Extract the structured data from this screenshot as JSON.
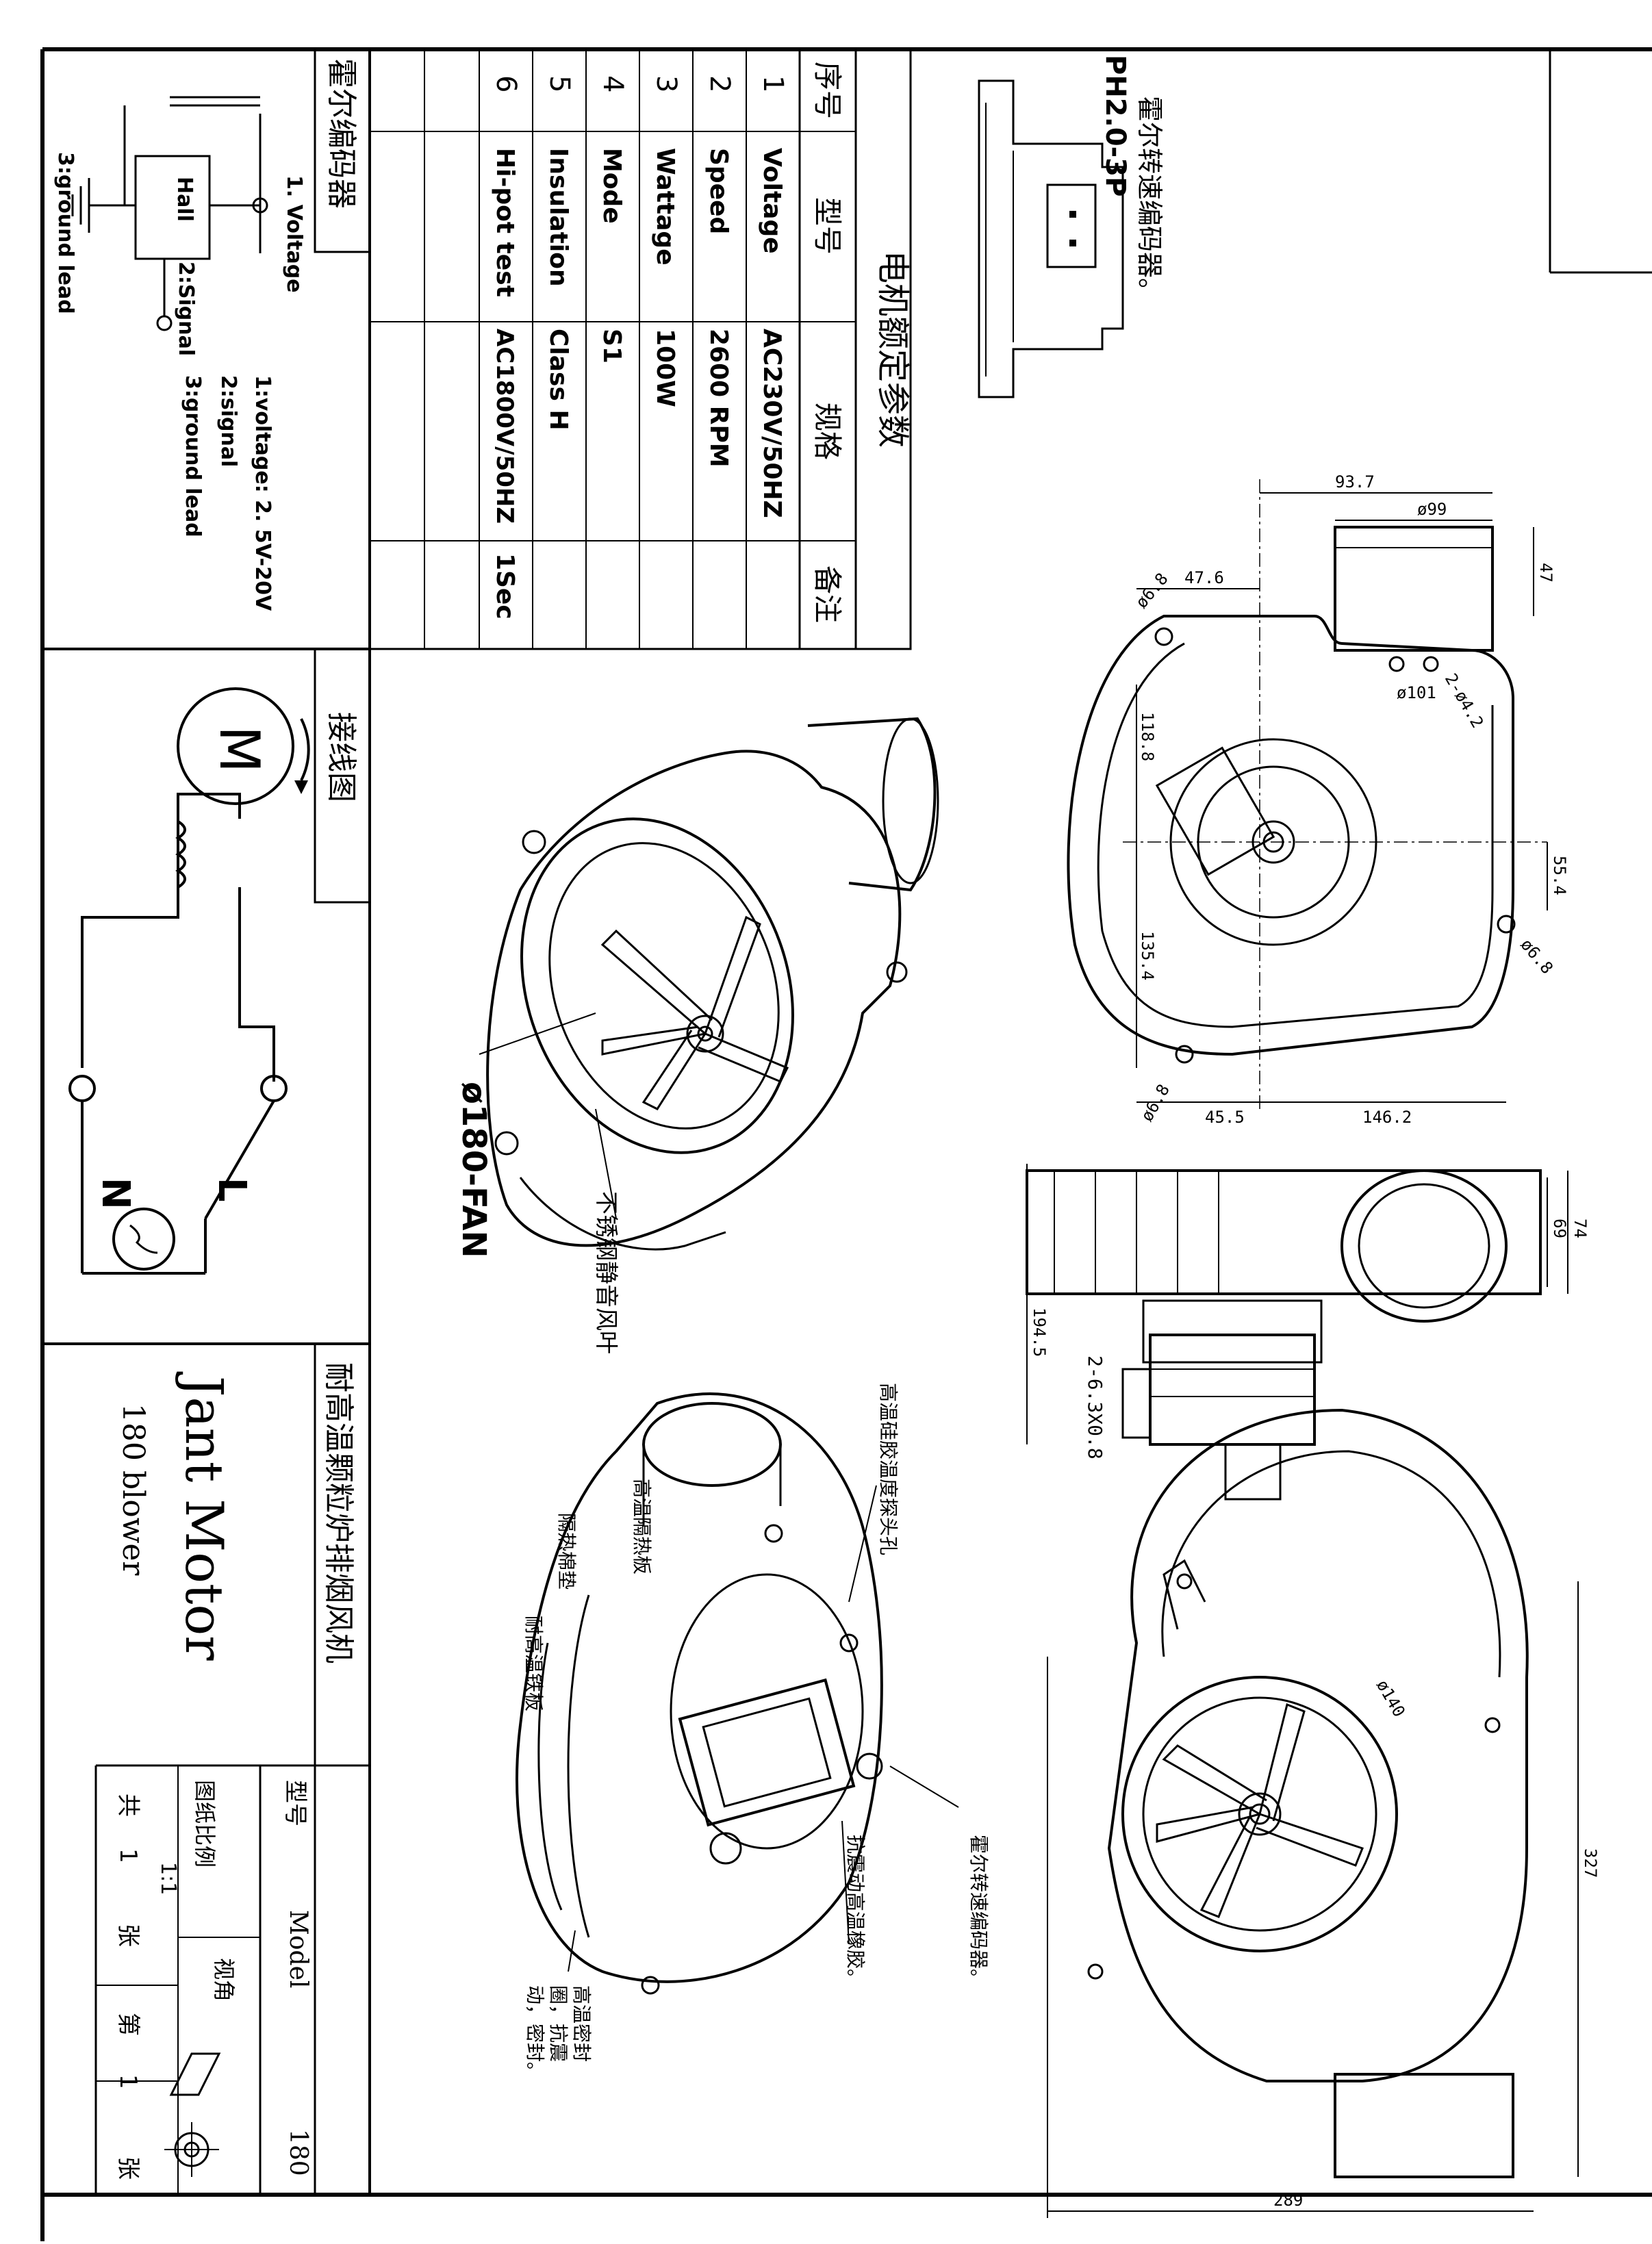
{
  "encoder_note": {
    "title": "霍尔转速编码器。",
    "connector": "PH2.0-3P"
  },
  "spec_table": {
    "title": "电机额定参数",
    "headers": [
      "序号",
      "型号",
      "规格",
      "备注"
    ],
    "rows": [
      {
        "no": "1",
        "item": "Voltage",
        "value": "AC230V/50HZ",
        "note": ""
      },
      {
        "no": "2",
        "item": "Speed",
        "value": "2600 RPM",
        "note": ""
      },
      {
        "no": "3",
        "item": "Wattage",
        "value": "100W",
        "note": ""
      },
      {
        "no": "4",
        "item": "Mode",
        "value": "S1",
        "note": ""
      },
      {
        "no": "5",
        "item": "Insulation",
        "value": "Class H",
        "note": ""
      },
      {
        "no": "6",
        "item": "Hi-pot test",
        "value": "AC1800V/50HZ",
        "note": "1Sec"
      }
    ]
  },
  "hall_encoder": {
    "title": "霍尔编码器",
    "pin1": "1. Voltage",
    "pin2": "2:Signal",
    "pin3": "3:ground lead",
    "chip": "Hall",
    "legend": [
      "1:voltage:  2. 5V-20V",
      "2:signal",
      "3:ground lead"
    ]
  },
  "wiring": {
    "title": "接线图",
    "motor": "M",
    "live": "L",
    "neutral": "N"
  },
  "title_block": {
    "product_cn": "耐高温颗粒炉排烟风机",
    "brand": "Jant Motor",
    "product_en": "180 blower",
    "model_label_cn": "型号",
    "model_label_en": "Model",
    "model_value": "180",
    "view_label": "视角",
    "scale_label": "图纸比例",
    "scale_value": "1:1",
    "sheets_total": [
      "共",
      "1",
      "张"
    ],
    "sheet_no": [
      "第",
      "1",
      "张"
    ]
  },
  "dimensions": {
    "top_view": [
      "93.7",
      "ø99",
      "47",
      "47.6",
      "ø6.8",
      "ø101",
      "2-ø4.2",
      "118.8",
      "55.4",
      "135.4",
      "ø6.8",
      "ø6.8",
      "45.5",
      "146.2"
    ],
    "side_view": [
      "74",
      "69",
      "194.5",
      "2-6.3X0.8"
    ],
    "front_view": [
      "ø140",
      "327",
      "289"
    ]
  },
  "callouts": {
    "fan_size": "ø180-FAN",
    "fan_blade": "不锈钢静音风叶",
    "silicone_hole": "高温硅胶温度探头孔",
    "insulation_board": "高温隔热板",
    "heat_insulation_pad": "隔热棉垫",
    "high_temp_plate": "耐高温铁板",
    "hall_sensor": "霍尔转速编码器。",
    "rubber": "抗震动高温橡胶。",
    "seal": [
      "高温密封",
      "圈，抗震",
      "动，密封。"
    ]
  }
}
